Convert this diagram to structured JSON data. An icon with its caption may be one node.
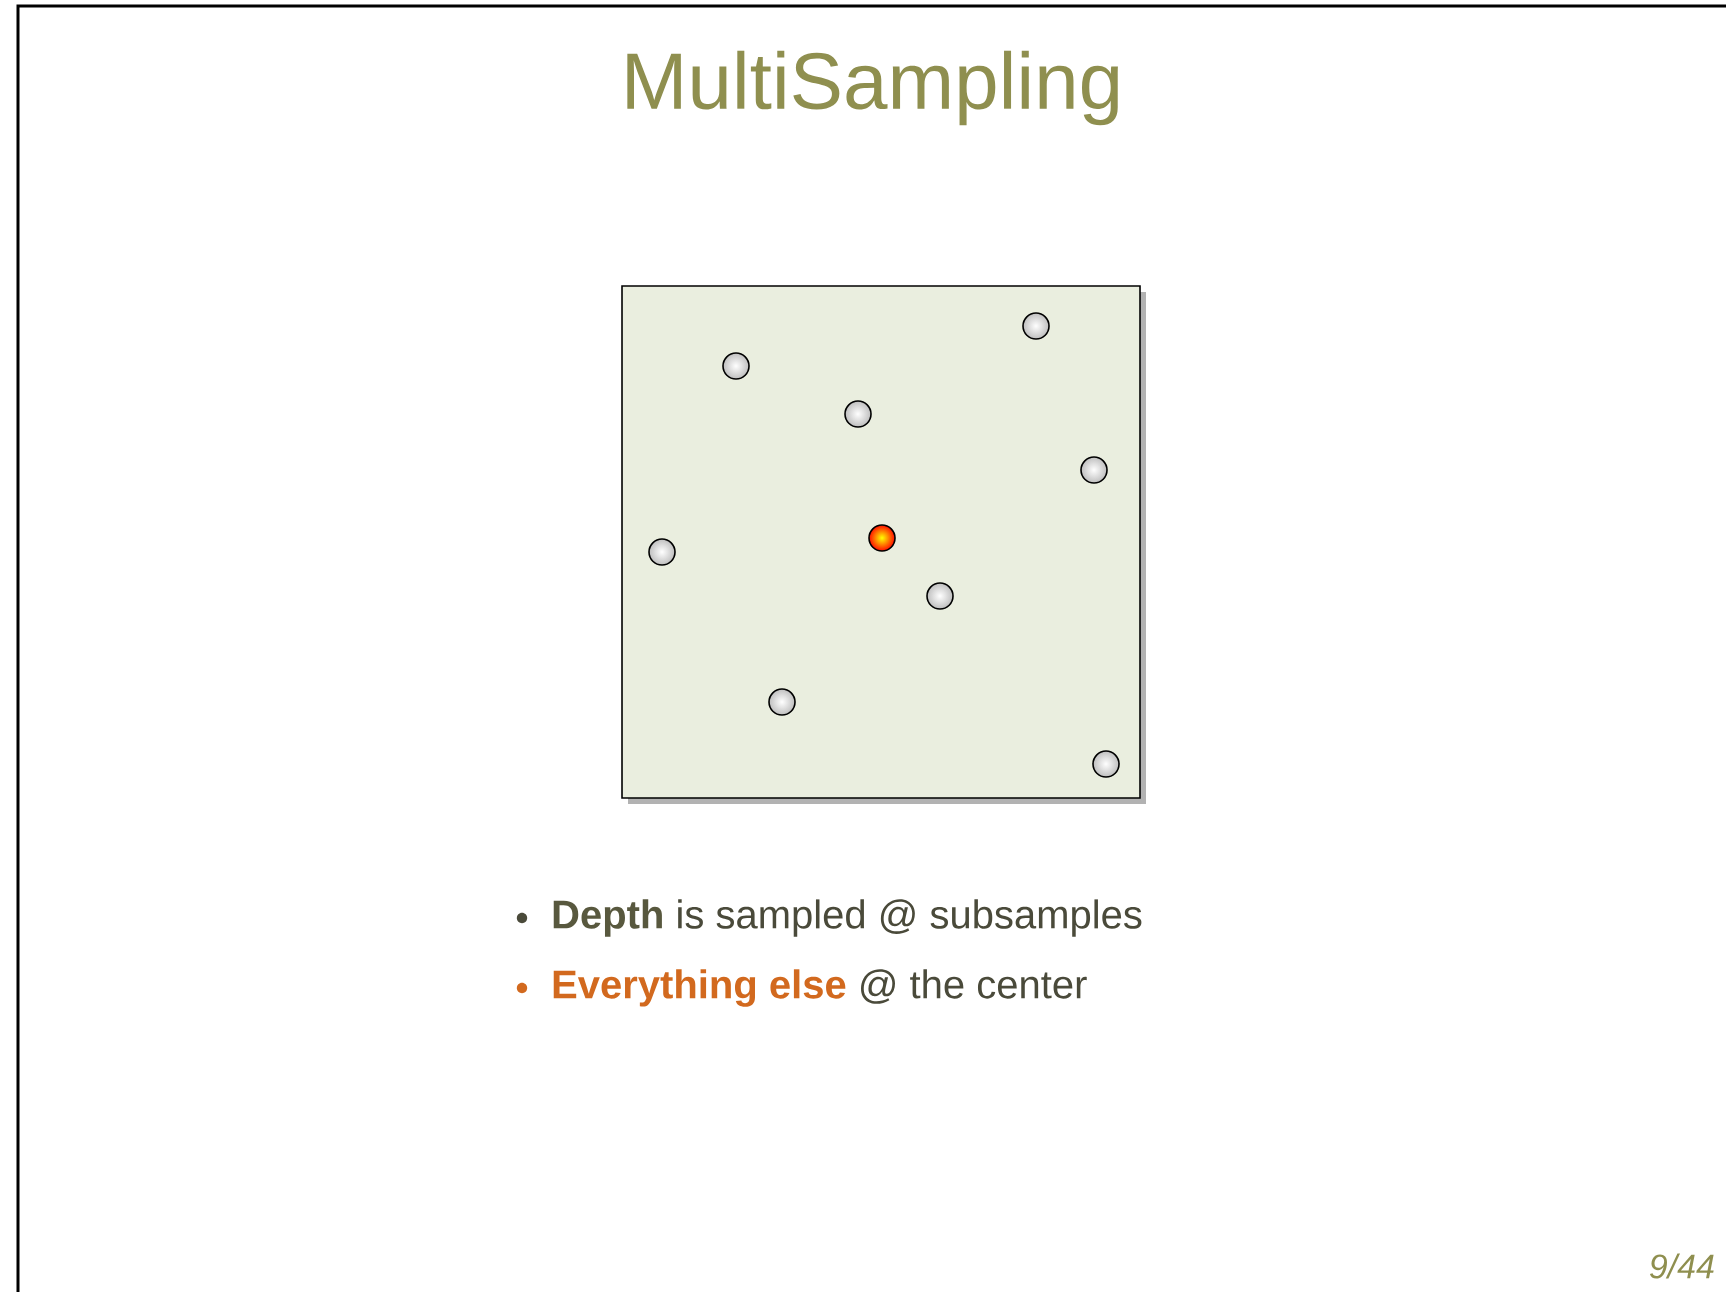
{
  "diagram": {
    "title": "MultiSampling",
    "labels": [
      "**Depth** is sampled @ subsamples",
      "**Everything else** @ the center",
      "9/44"
    ]
  }
}
